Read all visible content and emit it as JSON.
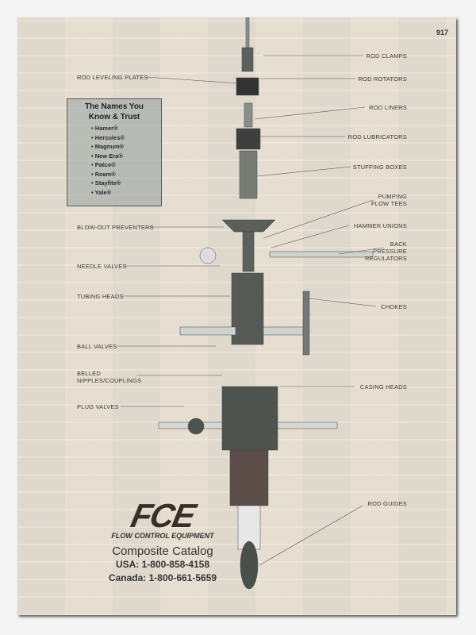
{
  "page_number": "917",
  "brands_box": {
    "title_line1": "The Names You",
    "title_line2": "Know & Trust",
    "items": [
      "Hamer®",
      "Hercules®",
      "Magnum®",
      "New Era®",
      "Patco®",
      "Ream®",
      "Stayfite®",
      "Yale®"
    ]
  },
  "labels_left": [
    "ROD LEVELING PLATES",
    "BLOW-OUT PREVENTERS",
    "NEEDLE VALVES",
    "TUBING HEADS",
    "BALL VALVES",
    "BELLED NIPPLES/COUPLINGS",
    "PLUG VALVES"
  ],
  "labels_right": [
    "ROD CLAMPS",
    "ROD ROTATORS",
    "ROD LINERS",
    "ROD LUBRICATORS",
    "STUFFING BOXES",
    "PUMPING FLOW TEES",
    "HAMMER UNIONS",
    "BACK PRESSURE REGULATORS",
    "CHOKES",
    "CASING HEADS",
    "ROD GUIDES"
  ],
  "logo": {
    "mark": "FCE",
    "name": "FLOW CONTROL EQUIPMENT"
  },
  "catalog": "Composite Catalog",
  "phone_usa": "USA: 1-800-858-4158",
  "phone_canada": "Canada: 1-800-661-5659"
}
